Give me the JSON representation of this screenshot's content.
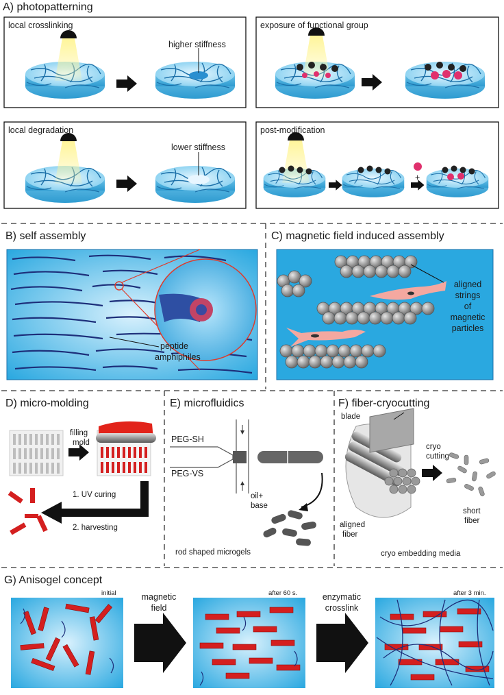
{
  "sections": {
    "a": "A) photopatterning",
    "b": "B) self assembly",
    "c": "C) magnetic field induced assembly",
    "d": "D) micro-molding",
    "e": "E) microfluidics",
    "f": "F) fiber-cryocutting",
    "g": "G) Anisogel concept"
  },
  "photopatterning": {
    "local_crosslinking": "local crosslinking",
    "higher_stiffness": "higher stiffness",
    "exposure": "exposure of functional group",
    "local_degradation": "local degradation",
    "lower_stiffness": "lower stiffness",
    "post_modification": "post-modification",
    "plus": "+"
  },
  "self_assembly": {
    "label_1": "peptide",
    "label_2": "amphiphiles"
  },
  "magnetic": {
    "label_1": "aligned",
    "label_2": "strings",
    "label_3": "of",
    "label_4": "magnetic",
    "label_5": "particles"
  },
  "micro_molding": {
    "filling_1": "filling",
    "filling_2": "mold",
    "step_1": "1. UV curing",
    "step_2": "2. harvesting"
  },
  "microfluidics": {
    "peg_sh": "PEG-SH",
    "peg_vs": "PEG-VS",
    "oil_1": "oil+",
    "oil_2": "base",
    "rods": "rod shaped microgels"
  },
  "cryocutting": {
    "blade": "blade",
    "cryo_1": "cryo",
    "cryo_2": "cutting",
    "aligned_1": "aligned",
    "aligned_2": "fiber",
    "short_1": "short",
    "short_2": "fiber",
    "media": "cryo embedding media"
  },
  "anisogel": {
    "initial": "initial",
    "after60": "after 60 s.",
    "after3": "after 3 min.",
    "magnetic_1": "magnetic",
    "magnetic_2": "field",
    "enzymatic_1": "enzymatic",
    "enzymatic_2": "crosslink"
  },
  "colors": {
    "gel": "#8ed4f0",
    "gel_dark": "#3fa9d6",
    "fiber": "#1e3a8a",
    "rod": "#d41f1f",
    "particle": "#8a8a8a",
    "cell": "#f4a8a0"
  }
}
